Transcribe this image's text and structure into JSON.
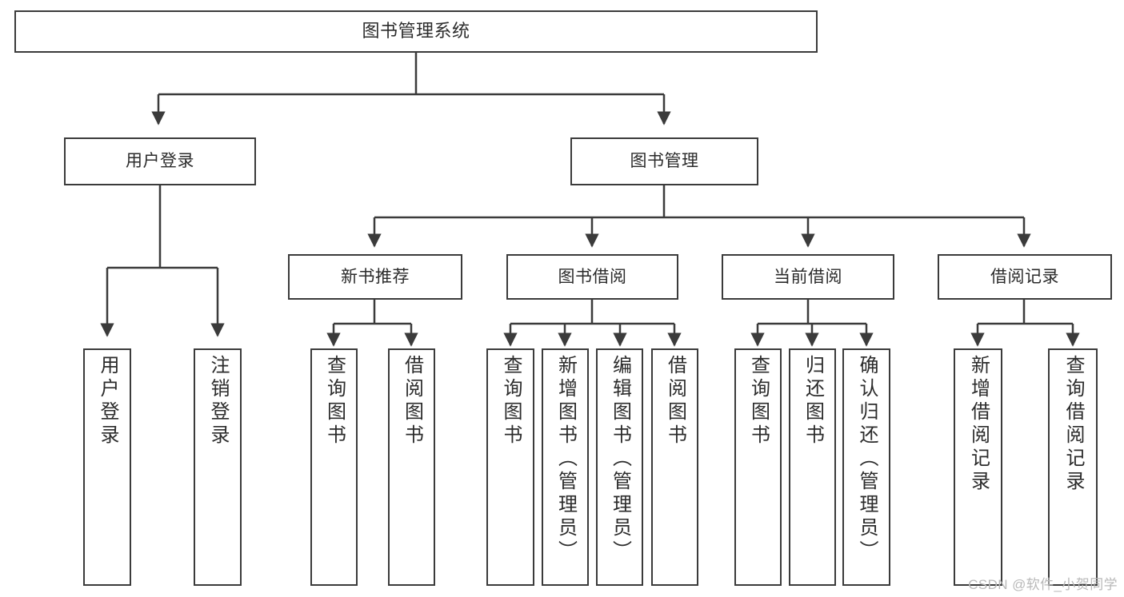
{
  "diagram": {
    "title": "图书管理系统",
    "type": "tree",
    "levels": 4,
    "root": {
      "id": "root",
      "label": "图书管理系统",
      "orientation": "horizontal"
    },
    "level2": [
      {
        "id": "user-login",
        "label": "用户登录",
        "orientation": "horizontal"
      },
      {
        "id": "book-manage",
        "label": "图书管理",
        "orientation": "horizontal"
      }
    ],
    "level3": [
      {
        "id": "new-book-recommend",
        "label": "新书推荐",
        "orientation": "horizontal",
        "parent": "book-manage"
      },
      {
        "id": "book-borrow",
        "label": "图书借阅",
        "orientation": "horizontal",
        "parent": "book-manage"
      },
      {
        "id": "current-borrow",
        "label": "当前借阅",
        "orientation": "horizontal",
        "parent": "book-manage"
      },
      {
        "id": "borrow-record",
        "label": "借阅记录",
        "orientation": "horizontal",
        "parent": "book-manage"
      }
    ],
    "leaves": [
      {
        "id": "leaf-user-login",
        "label": "用户登录",
        "parent": "user-login"
      },
      {
        "id": "leaf-user-logout",
        "label": "注销登录",
        "parent": "user-login"
      },
      {
        "id": "leaf-query-book-1",
        "label": "查询图书",
        "parent": "new-book-recommend"
      },
      {
        "id": "leaf-borrow-book-1",
        "label": "借阅图书",
        "parent": "new-book-recommend"
      },
      {
        "id": "leaf-query-book-2",
        "label": "查询图书",
        "parent": "book-borrow"
      },
      {
        "id": "leaf-add-book",
        "label": "新增图书（管理员）",
        "parent": "book-borrow"
      },
      {
        "id": "leaf-edit-book",
        "label": "编辑图书（管理员）",
        "parent": "book-borrow"
      },
      {
        "id": "leaf-borrow-book-2",
        "label": "借阅图书",
        "parent": "book-borrow"
      },
      {
        "id": "leaf-query-book-3",
        "label": "查询图书",
        "parent": "current-borrow"
      },
      {
        "id": "leaf-return-book",
        "label": "归还图书",
        "parent": "current-borrow"
      },
      {
        "id": "leaf-confirm-return",
        "label": "确认归还（管理员）",
        "parent": "current-borrow"
      },
      {
        "id": "leaf-add-record",
        "label": "新增借阅记录",
        "parent": "borrow-record"
      },
      {
        "id": "leaf-query-record",
        "label": "查询借阅记录",
        "parent": "borrow-record"
      }
    ]
  },
  "watermark": {
    "text": "CSDN @软件_小贺同学"
  },
  "colors": {
    "stroke": "#3b3b3b",
    "text": "#2b2b2b",
    "background": "#ffffff",
    "watermark": "#b9b9b9"
  }
}
